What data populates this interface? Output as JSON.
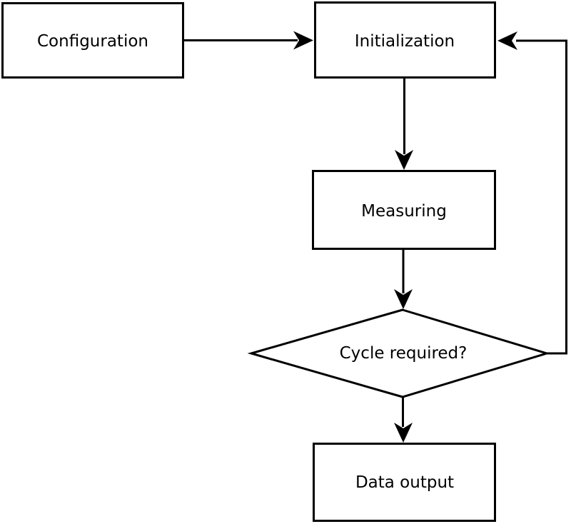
{
  "diagram": {
    "type": "flowchart",
    "background_color": "#ffffff",
    "line_color": "#000000",
    "text_color": "#000000",
    "nodes": [
      {
        "id": "configuration",
        "shape": "rectangle",
        "label": "Configuration"
      },
      {
        "id": "initialization",
        "shape": "rectangle",
        "label": "Initialization"
      },
      {
        "id": "measuring",
        "shape": "rectangle",
        "label": "Measuring"
      },
      {
        "id": "cycle_required",
        "shape": "diamond",
        "label": "Cycle required?"
      },
      {
        "id": "data_output",
        "shape": "rectangle",
        "label": "Data output"
      }
    ],
    "edges": [
      {
        "from": "configuration",
        "to": "initialization"
      },
      {
        "from": "initialization",
        "to": "measuring"
      },
      {
        "from": "measuring",
        "to": "cycle_required"
      },
      {
        "from": "cycle_required",
        "to": "data_output"
      },
      {
        "from": "cycle_required",
        "to": "initialization",
        "kind": "loop-back"
      }
    ]
  }
}
